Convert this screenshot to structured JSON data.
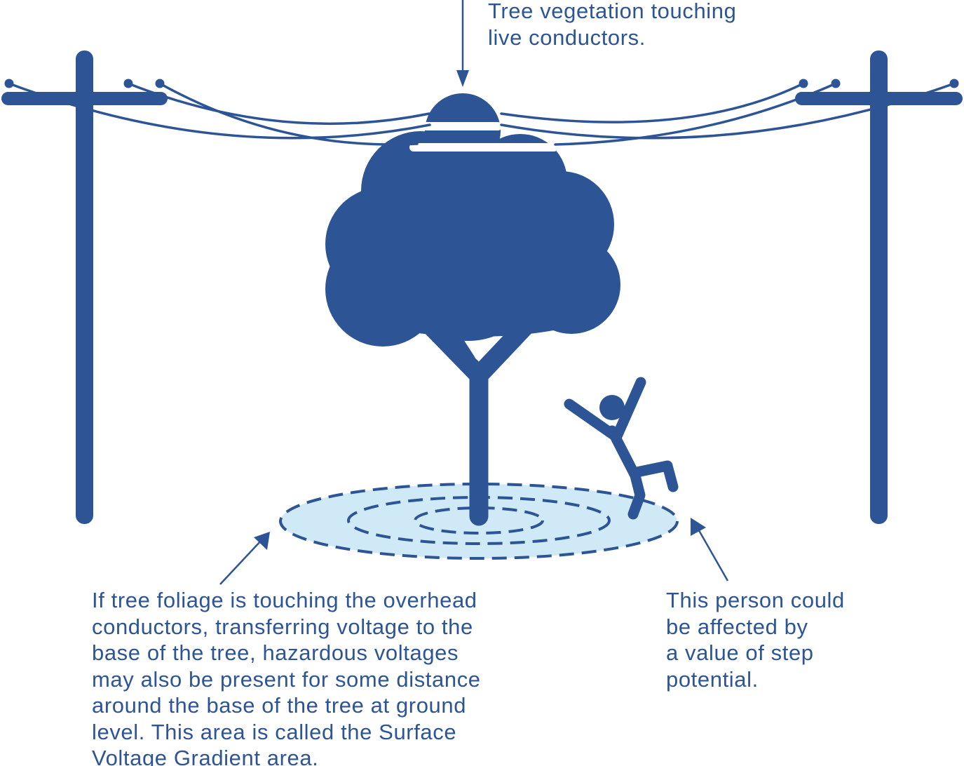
{
  "colors": {
    "primary": "#2d5596",
    "zone_fill": "#cfe9f7",
    "background": "#ffffff"
  },
  "annotations": {
    "top": {
      "lines": [
        "Tree vegetation touching",
        "live conductors."
      ]
    },
    "left": {
      "lines": [
        "If tree foliage is touching the overhead",
        "conductors, transferring voltage to the",
        "base of the tree, hazardous voltages",
        "may also be present for some distance",
        "around the base of the tree at ground",
        "level. This area is called the Surface",
        "Voltage Gradient area."
      ]
    },
    "right": {
      "lines": [
        "This person could",
        "be affected by",
        "a value of step",
        "potential."
      ]
    }
  }
}
